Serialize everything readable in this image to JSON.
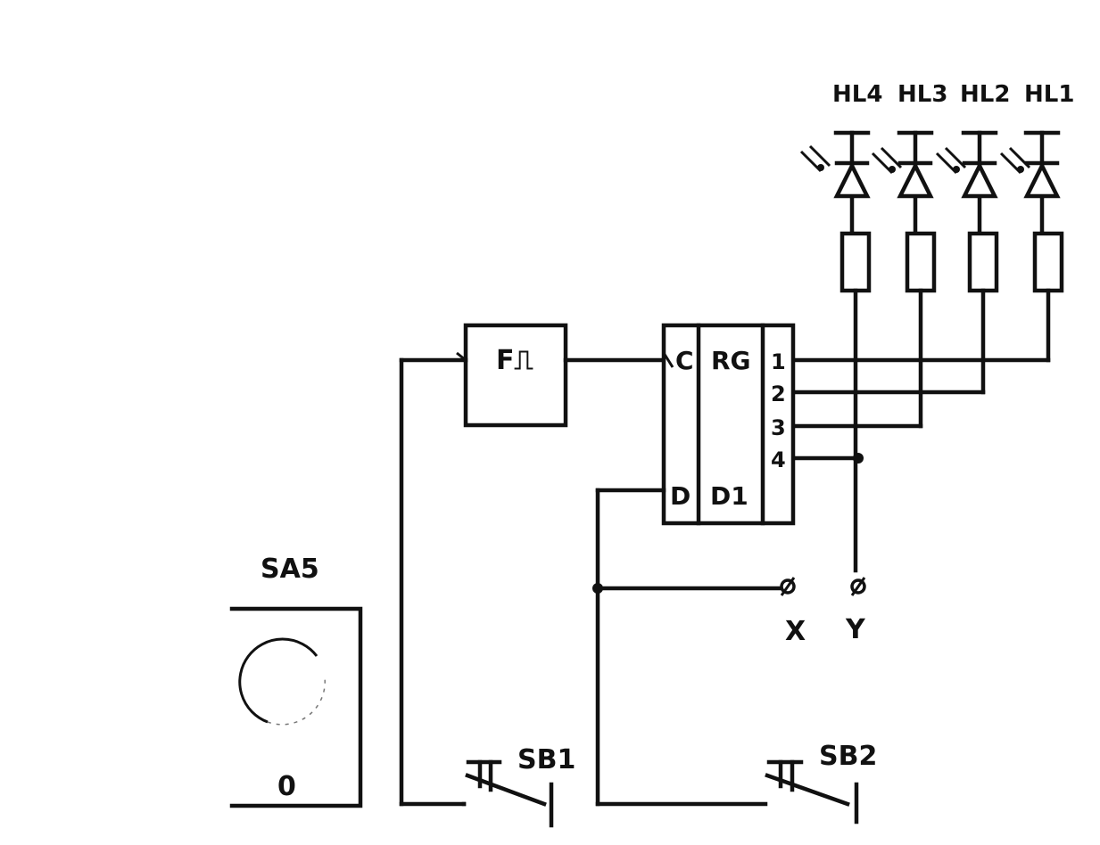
{
  "leds": [
    {
      "label": "HL4"
    },
    {
      "label": "HL3"
    },
    {
      "label": "HL2"
    },
    {
      "label": "HL1"
    }
  ],
  "generator": {
    "label": "F⎍"
  },
  "register": {
    "clock_label": "C",
    "type_label": "RG",
    "data_label": "D",
    "ref_label": "D1",
    "outputs": [
      "1",
      "2",
      "3",
      "4"
    ]
  },
  "terminals": {
    "x_label": "X",
    "y_label": "Y"
  },
  "selector": {
    "label": "SA5",
    "position_label": "0"
  },
  "buttons": {
    "sb1_label": "SB1",
    "sb2_label": "SB2"
  }
}
